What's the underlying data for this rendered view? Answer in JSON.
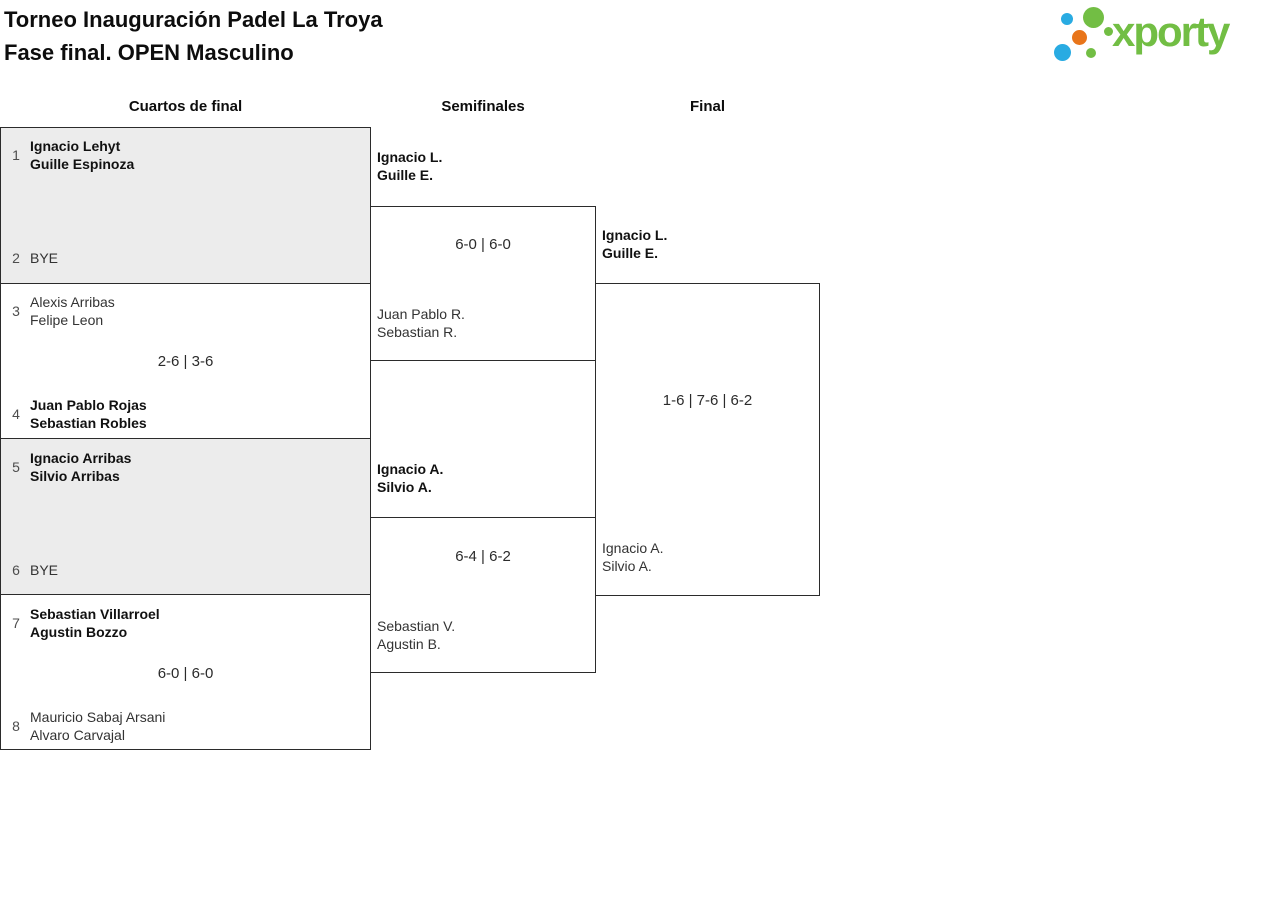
{
  "title": {
    "line1": "Torneo Inauguración Padel La Troya",
    "line2": "Fase final. OPEN Masculino"
  },
  "logo": {
    "text": "xporty"
  },
  "columns": {
    "quarterfinals": "Cuartos de final",
    "semifinals": "Semifinales",
    "final": "Final"
  },
  "quarterfinals": [
    {
      "top_seed": "1",
      "top_line1": "Ignacio Lehyt",
      "top_line2": "Guille Espinoza",
      "top_winner": true,
      "bottom_seed": "2",
      "bottom_line1": "BYE",
      "bottom_line2": "",
      "bottom_winner": false,
      "score": ""
    },
    {
      "top_seed": "3",
      "top_line1": "Alexis Arribas",
      "top_line2": "Felipe Leon",
      "top_winner": false,
      "bottom_seed": "4",
      "bottom_line1": "Juan Pablo Rojas",
      "bottom_line2": "Sebastian Robles",
      "bottom_winner": true,
      "score": "2-6 | 3-6"
    },
    {
      "top_seed": "5",
      "top_line1": "Ignacio Arribas",
      "top_line2": "Silvio Arribas",
      "top_winner": true,
      "bottom_seed": "6",
      "bottom_line1": "BYE",
      "bottom_line2": "",
      "bottom_winner": false,
      "score": ""
    },
    {
      "top_seed": "7",
      "top_line1": "Sebastian Villarroel",
      "top_line2": "Agustin Bozzo",
      "top_winner": true,
      "bottom_seed": "8",
      "bottom_line1": "Mauricio Sabaj Arsani",
      "bottom_line2": "Alvaro Carvajal",
      "bottom_winner": false,
      "score": "6-0 | 6-0"
    }
  ],
  "semifinals": [
    {
      "top_line1": "Ignacio L.",
      "top_line2": "Guille E.",
      "top_winner": true,
      "bottom_line1": "Juan Pablo R.",
      "bottom_line2": "Sebastian R.",
      "bottom_winner": false,
      "score": "6-0 | 6-0"
    },
    {
      "top_line1": "Ignacio A.",
      "top_line2": "Silvio A.",
      "top_winner": true,
      "bottom_line1": "Sebastian V.",
      "bottom_line2": "Agustin B.",
      "bottom_winner": false,
      "score": "6-4 | 6-2"
    }
  ],
  "final": {
    "top_line1": "Ignacio L.",
    "top_line2": "Guille E.",
    "top_winner": true,
    "bottom_line1": "Ignacio A.",
    "bottom_line2": "Silvio A.",
    "bottom_winner": false,
    "score": "1-6 | 7-6 | 6-2"
  },
  "colors": {
    "brand_green": "#72be44",
    "brand_blue": "#29abe2",
    "brand_orange": "#e8751a",
    "box_gray": "#ececec",
    "border": "#2b2b2b"
  }
}
